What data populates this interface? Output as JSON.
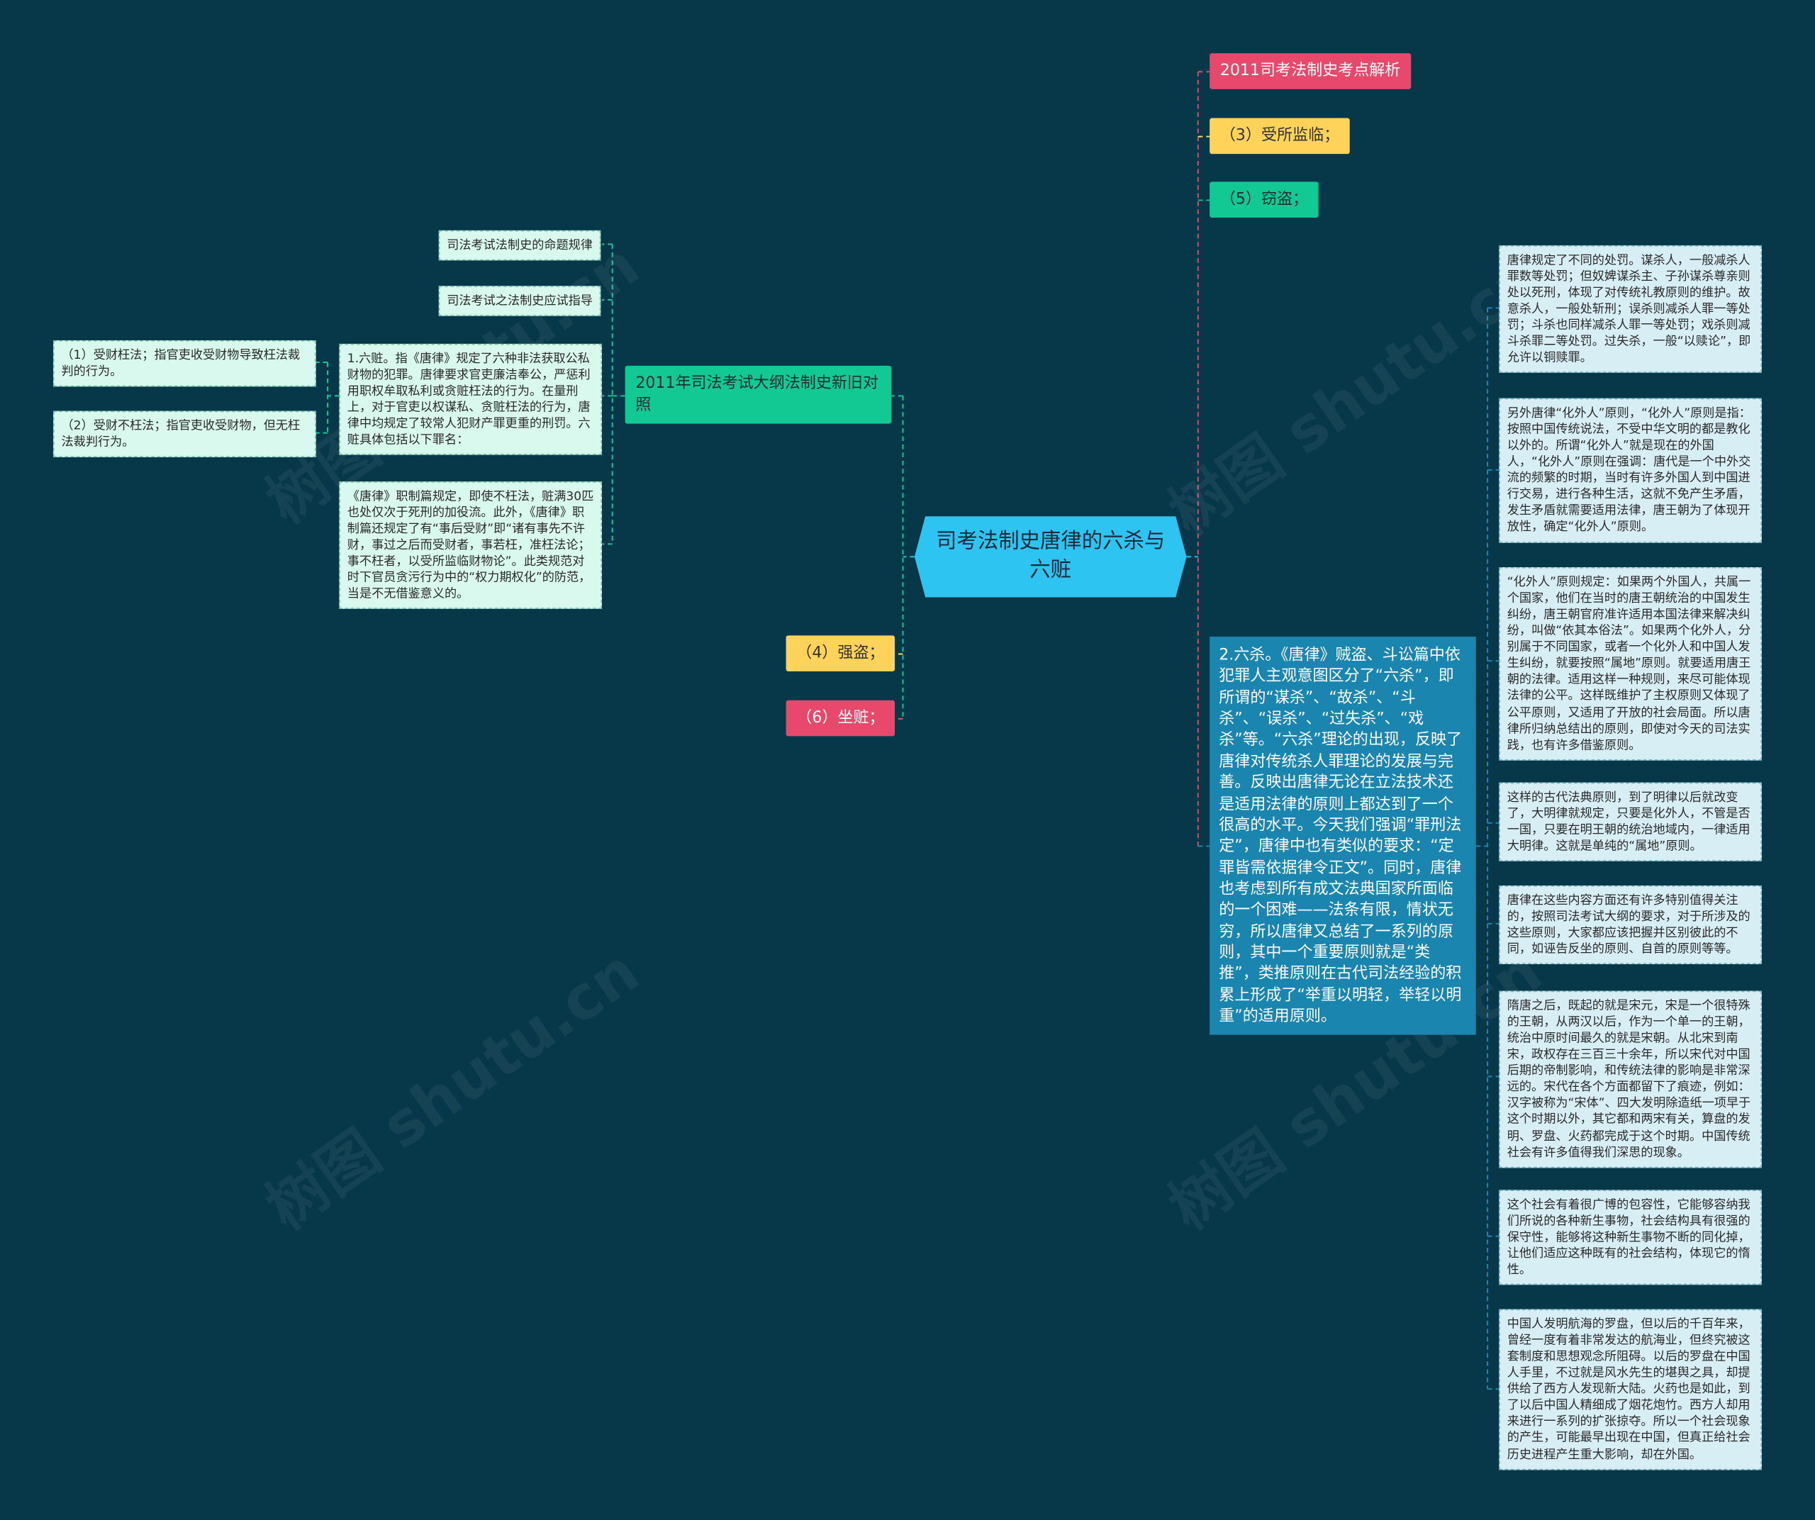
{
  "center": "司考法制史唐律的六杀与六赃",
  "right": {
    "n1": "2011司考法制史考点解析",
    "n2": "（3）受所监临；",
    "n3": "（5）窃盗；",
    "main": "2.六杀。《唐律》贼盗、斗讼篇中依犯罪人主观意图区分了“六杀”，即所谓的“谋杀”、“故杀”、“斗杀”、“误杀”、“过失杀”、“戏杀”等。“六杀”理论的出现，反映了唐律对传统杀人罪理论的发展与完善。反映出唐律无论在立法技术还是适用法律的原则上都达到了一个很高的水平。今天我们强调“罪刑法定”，唐律中也有类似的要求：“定罪皆需依据律令正文”。同时，唐律也考虑到所有成文法典国家所面临的一个困难——法条有限，情状无穷，所以唐律又总结了一系列的原则，其中一个重要原则就是“类推”，类推原则在古代司法经验的积累上形成了“举重以明轻，举轻以明重”的适用原则。",
    "leaves": [
      "唐律规定了不同的处罚。谋杀人，一般减杀人罪数等处罚；但奴婢谋杀主、子孙谋杀尊亲则处以死刑，体现了对传统礼教原则的维护。故意杀人，一般处斩刑；误杀则减杀人罪一等处罚；斗杀也同样减杀人罪一等处罚；戏杀则减斗杀罪二等处罚。过失杀，一般“以赎论”，即允许以铜赎罪。",
      "另外唐律“化外人”原则，“化外人”原则是指：按照中国传统说法，不受中华文明的都是教化以外的。所谓“化外人”就是现在的外国人，“化外人”原则在强调：唐代是一个中外交流的频繁的时期，当时有许多外国人到中国进行交易，进行各种生活，这就不免产生矛盾，发生矛盾就需要适用法律，唐王朝为了体现开放性，确定“化外人”原则。",
      "“化外人”原则规定：如果两个外国人，共属一个国家，他们在当时的唐王朝统治的中国发生纠纷，唐王朝官府准许适用本国法律来解决纠纷，叫做“依其本俗法”。如果两个化外人，分别属于不同国家，或者一个化外人和中国人发生纠纷，就要按照“属地”原则。就要适用唐王朝的法律。适用这样一种规则，来尽可能体现法律的公平。这样既维护了主权原则又体现了公平原则，又适用了开放的社会局面。所以唐律所归纳总结出的原则，即使对今天的司法实践，也有许多借鉴原则。",
      "这样的古代法典原则，到了明律以后就改变了，大明律就规定，只要是化外人，不管是否一国，只要在明王朝的统治地域内，一律适用大明律。这就是单纯的“属地”原则。",
      "唐律在这些内容方面还有许多特别值得关注的，按照司法考试大纲的要求，对于所涉及的这些原则，大家都应该把握并区别彼此的不同，如诬告反坐的原则、自首的原则等等。",
      "隋唐之后，既起的就是宋元，宋是一个很特殊的王朝，从两汉以后，作为一个单一的王朝，统治中原时间最久的就是宋朝。从北宋到南宋，政权存在三百三十余年，所以宋代对中国后期的帝制影响，和传统法律的影响是非常深远的。宋代在各个方面都留下了痕迹，例如：汉字被称为“宋体”、四大发明除造纸一项早于这个时期以外，其它都和两宋有关，算盘的发明、罗盘、火药都完成于这个时期。中国传统社会有许多值得我们深思的现象。",
      "这个社会有着很广博的包容性，它能够容纳我们所说的各种新生事物，社会结构具有很强的保守性，能够将这种新生事物不断的同化掉，让他们适应这种既有的社会结构，体现它的惰性。",
      "中国人发明航海的罗盘，但以后的千百年来，曾经一度有着非常发达的航海业，但终究被这套制度和思想观念所阻碍。以后的罗盘在中国人手里，不过就是风水先生的堪舆之具，却提供给了西方人发现新大陆。火药也是如此，到了以后中国人精细成了烟花炮竹。西方人却用来进行一系列的扩张掠夺。所以一个社会现象的产生，可能最早出现在中国，但真正给社会历史进程产生重大影响，却在外国。"
    ]
  },
  "left": {
    "main": "2011年司法考试大纲法制史新旧对照",
    "n4": "（4）强盗；",
    "n6": "（6）坐赃；",
    "s1": "司法考试法制史的命题规律",
    "s2": "司法考试之法制史应试指导",
    "s3": "1.六赃。指《唐律》规定了六种非法获取公私财物的犯罪。唐律要求官吏廉洁奉公，严惩利用职权牟取私利或贪赃枉法的行为。在量刑上，对于官吏以权谋私、贪赃枉法的行为，唐律中均规定了较常人犯财产罪更重的刑罚。六赃具体包括以下罪名：",
    "s4": "《唐律》职制篇规定，即使不枉法，赃满30匹也处仅次于死刑的加役流。此外，《唐律》职制篇还规定了有“事后受财”即“诸有事先不许财，事过之后而受财者，事若枉，准枉法论；事不枉者，以受所监临财物论”。此类规范对时下官员贪污行为中的“权力期权化”的防范，当是不无借鉴意义的。",
    "t1": "（1）受财枉法；指官吏收受财物导致枉法裁判的行为。",
    "t2": "（2）受财不枉法；指官吏收受财物，但无枉法裁判行为。"
  },
  "watermark": "树图 shutu.cn",
  "colors": {
    "background": "#073849",
    "center": "#2ec4f1",
    "red": "#e8486b",
    "yellow": "#ffd35a",
    "green": "#12c994",
    "blue": "#1a86b0"
  }
}
